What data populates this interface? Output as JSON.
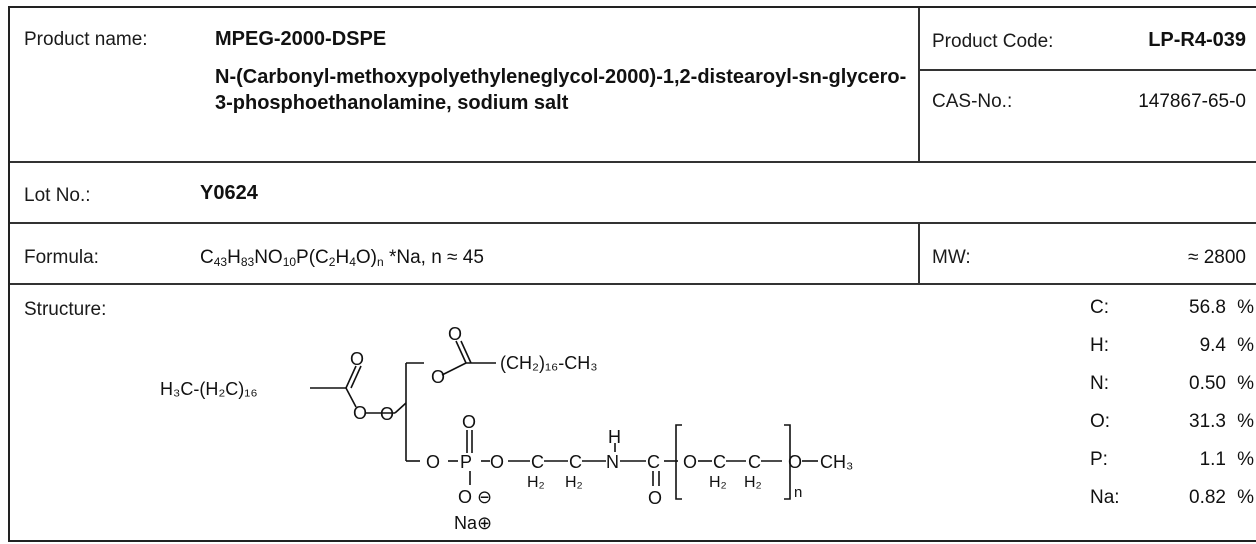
{
  "product": {
    "name_label": "Product name:",
    "name": "MPEG-2000-DSPE",
    "full_name": "N-(Carbonyl-methoxypolyethyleneglycol-2000)-1,2-distearoyl-sn-glycero-3-phosphoethanolamine, sodium salt",
    "code_label": "Product Code:",
    "code": "LP-R4-039",
    "cas_label": "CAS-No.:",
    "cas": "147867-65-0"
  },
  "lot": {
    "label": "Lot No.:",
    "value": "Y0624"
  },
  "formula": {
    "label": "Formula:",
    "parts": [
      "C",
      "43",
      "H",
      "83",
      "NO",
      "10",
      "P(C",
      "2",
      "H",
      "4",
      "O)",
      "n",
      " *Na, n ≈ 45"
    ],
    "mw_label": "MW:",
    "mw": "≈ 2800"
  },
  "structure": {
    "label": "Structure:",
    "fragments": {
      "left_chain": "H₃C-(H₂C)₁₆",
      "top_chain": "(CH₂)₁₆-CH₃",
      "o": "O",
      "h": "H",
      "n": "N",
      "p": "P",
      "c": "C",
      "h2": "H₂",
      "repeat": "n",
      "methyl": "CH₃",
      "o_minus": "O ⊖",
      "na_plus": "Na⊕"
    }
  },
  "composition": [
    {
      "element": "C:",
      "value": "56.8",
      "unit": "%"
    },
    {
      "element": "H:",
      "value": "9.4",
      "unit": "%"
    },
    {
      "element": "N:",
      "value": "0.50",
      "unit": "%"
    },
    {
      "element": "O:",
      "value": "31.3",
      "unit": "%"
    },
    {
      "element": "P:",
      "value": "1.1",
      "unit": "%"
    },
    {
      "element": "Na:",
      "value": "0.82",
      "unit": "%"
    }
  ]
}
